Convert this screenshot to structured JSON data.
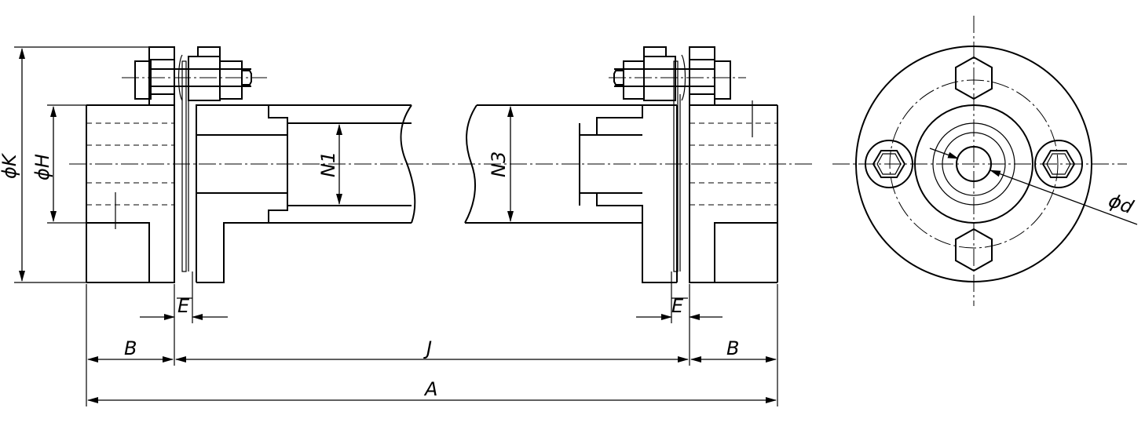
{
  "labels": {
    "dia_K": "ϕK",
    "dia_H": "ϕH",
    "N1": "N1",
    "N3": "N3",
    "E_left": "E",
    "E_right": "E",
    "B_left": "B",
    "B_right": "B",
    "J": "J",
    "A": "A",
    "dia_d": "ϕd"
  }
}
